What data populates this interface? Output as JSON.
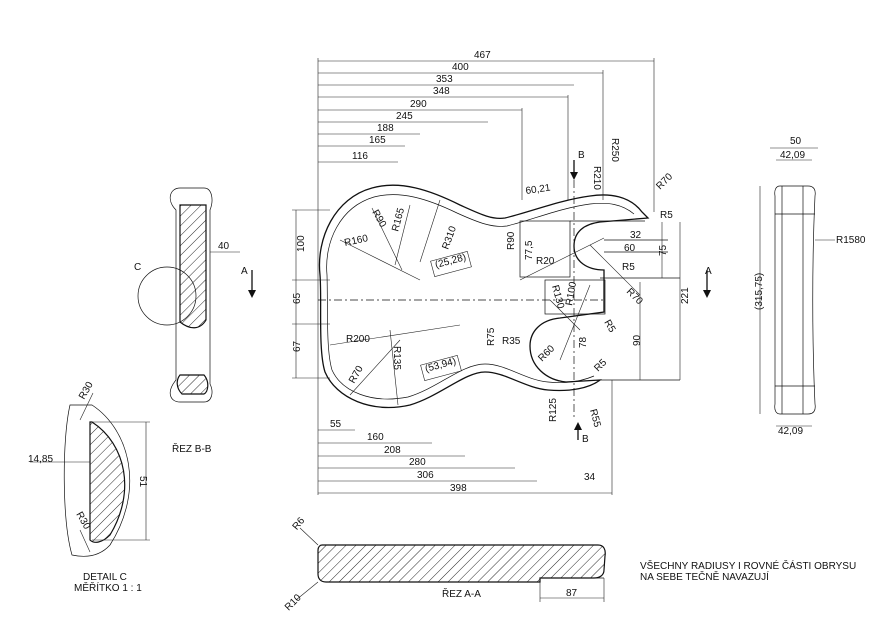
{
  "top_dims": [
    "467",
    "400",
    "353",
    "348",
    "290",
    "245",
    "188",
    "165",
    "116"
  ],
  "bottom_dims": [
    "55",
    "160",
    "208",
    "280",
    "306",
    "398"
  ],
  "left_dims": [
    "100",
    "65",
    "67"
  ],
  "right_dims": [
    "32",
    "60",
    "75",
    "221",
    "90"
  ],
  "radii": [
    "R90",
    "R165",
    "R160",
    "R310",
    "R90",
    "R20",
    "R5",
    "R70",
    "R5",
    "R250",
    "R210",
    "R70",
    "R130",
    "R100",
    "R5",
    "R200",
    "R135",
    "R70",
    "R75",
    "R35",
    "R60",
    "R5",
    "R125",
    "R55"
  ],
  "boxed_dims": [
    "(25,28)",
    "(53,94)"
  ],
  "other_dims": [
    "60,21",
    "77,5",
    "78",
    "34"
  ],
  "section_markers": {
    "b_top": "B",
    "b_bottom": "B",
    "a_left": "A",
    "a_right": "A"
  },
  "section_bb": {
    "label": "ŘEZ B-B",
    "dim": "40",
    "detail_letter": "C"
  },
  "side_view": {
    "top_50": "50",
    "top_42": "42,09",
    "bottom_42": "42,09",
    "height": "(315,75)",
    "radius": "R1580"
  },
  "detail_c": {
    "r30_top": "R30",
    "r30_bottom": "R30",
    "dim_width": "14,85",
    "dim_height": "51",
    "title": "DETAIL C",
    "scale": "MĚŘÍTKO 1 : 1"
  },
  "section_aa": {
    "label": "ŘEZ A-A",
    "r6": "R6",
    "r10": "R10",
    "dim": "87"
  },
  "note": {
    "line1": "VŠECHNY RADIUSY I ROVNÉ ČÁSTI OBRYSU",
    "line2": "NA SEBE TEČNĚ NAVAZUJÍ"
  }
}
